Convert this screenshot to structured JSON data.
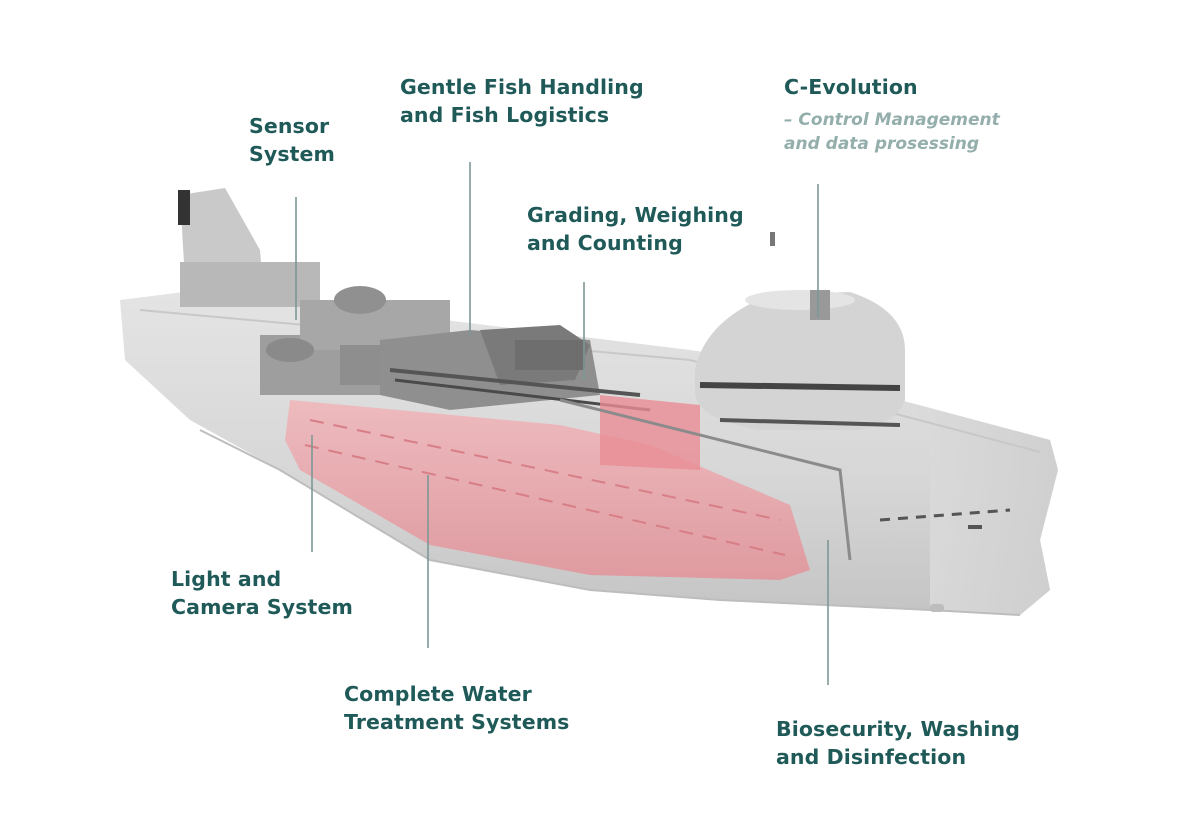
{
  "callouts": {
    "sensor": {
      "line1": "Sensor",
      "line2": "System"
    },
    "handling": {
      "line1": "Gentle Fish Handling",
      "line2": "and Fish Logistics"
    },
    "c_evolution": {
      "title": "C-Evolution",
      "sub_line1": "– Control Management",
      "sub_line2": "and data prosessing"
    },
    "grading": {
      "line1": "Grading, Weighing",
      "line2": "and Counting"
    },
    "light": {
      "line1": "Light and",
      "line2": "Camera System"
    },
    "water": {
      "line1": "Complete Water",
      "line2": "Treatment Systems"
    },
    "biosecurity": {
      "line1": "Biosecurity, Washing",
      "line2": "and Disinfection"
    }
  },
  "colors": {
    "label_text": "#1f5a59",
    "sub_text": "#93aeab",
    "leader_line": "#7d9896",
    "hull": "#d9d9d9",
    "tank_highlight": "#e9a2a8"
  }
}
